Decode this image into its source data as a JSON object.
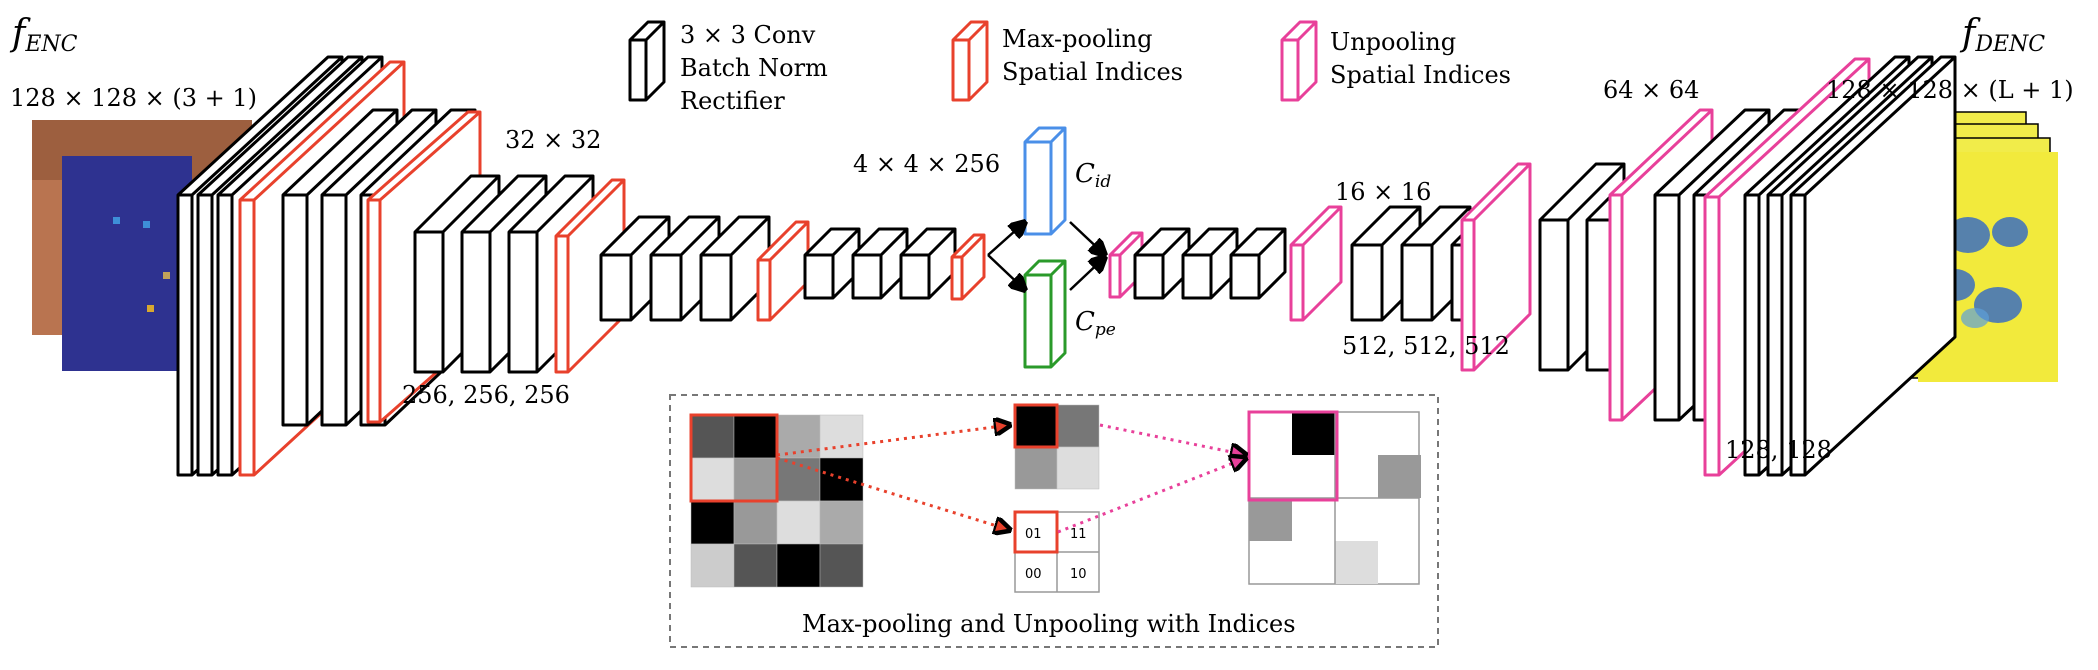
{
  "encoder_label": {
    "main": "f",
    "sub": "ENC"
  },
  "decoder_label": {
    "main": "f",
    "sub": "DENC"
  },
  "input_size": "128 × 128 × (3 + 1)",
  "output_size": "128 × 128 × (L + 1)",
  "enc_32": "32 × 32",
  "enc_256": "256, 256, 256",
  "bottleneck": "4 × 4 × 256",
  "dec_16": "16 × 16",
  "dec_512": "512, 512, 512",
  "dec_64": "64 × 64",
  "dec_128": "128, 128",
  "classifier_id": {
    "main": "C",
    "sub": "id"
  },
  "classifier_pe": {
    "main": "C",
    "sub": "pe"
  },
  "legend": {
    "conv": [
      "3 × 3 Conv",
      "Batch Norm",
      "Rectifier"
    ],
    "pool": [
      "Max-pooling",
      "Spatial Indices"
    ],
    "unpool": [
      "Unpooling",
      "Spatial Indices"
    ]
  },
  "inset": {
    "caption": "Max-pooling and Unpooling with Indices",
    "indices": [
      "01",
      "11",
      "00",
      "10"
    ]
  },
  "colors": {
    "conv": "#000000",
    "pool": "#e8412c",
    "unpool": "#e8409a",
    "cid": "#4a8fe8",
    "cpe": "#2a9a2a",
    "map_bg": "#2e3290"
  }
}
